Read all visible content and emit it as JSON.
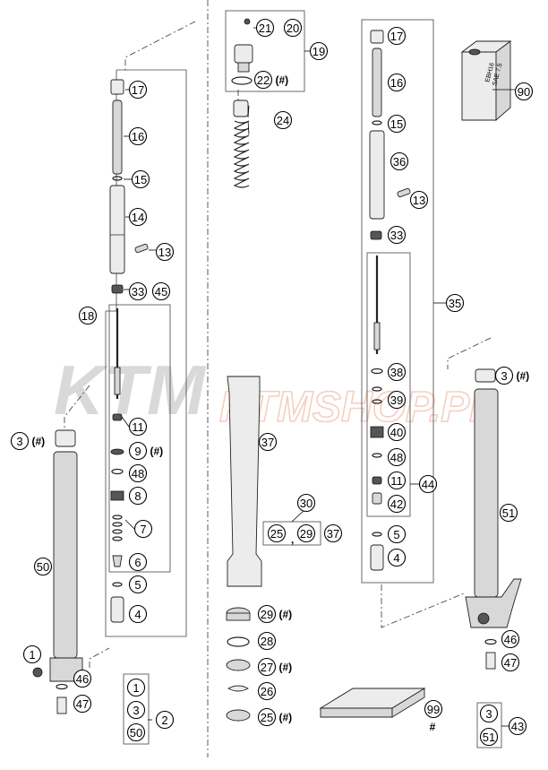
{
  "watermark": {
    "brand": "KTM",
    "site": "KTMSHOP.PL"
  },
  "sep": ",",
  "hash": "#",
  "oil_can_text": [
    "EBH16",
    "SAE 7.5"
  ],
  "callouts": [
    {
      "id": "c17a",
      "n": "17"
    },
    {
      "id": "c16a",
      "n": "16"
    },
    {
      "id": "c15a",
      "n": "15"
    },
    {
      "id": "c14",
      "n": "14"
    },
    {
      "id": "c13a",
      "n": "13"
    },
    {
      "id": "c33a",
      "n": "33"
    },
    {
      "id": "c45",
      "n": "45"
    },
    {
      "id": "c18",
      "n": "18"
    },
    {
      "id": "c11a",
      "n": "11"
    },
    {
      "id": "c9",
      "n": "9",
      "suffix": "(#)"
    },
    {
      "id": "c48a",
      "n": "48"
    },
    {
      "id": "c8",
      "n": "8"
    },
    {
      "id": "c7",
      "n": "7"
    },
    {
      "id": "c6",
      "n": "6"
    },
    {
      "id": "c5a",
      "n": "5"
    },
    {
      "id": "c4a",
      "n": "4"
    },
    {
      "id": "c3a",
      "n": "3",
      "suffix": "(#)"
    },
    {
      "id": "c50",
      "n": "50"
    },
    {
      "id": "c1",
      "n": "1"
    },
    {
      "id": "c46a",
      "n": "46"
    },
    {
      "id": "c47a",
      "n": "47"
    },
    {
      "id": "b1",
      "n": "1"
    },
    {
      "id": "b3",
      "n": "3"
    },
    {
      "id": "b50",
      "n": "50"
    },
    {
      "id": "c2",
      "n": "2"
    },
    {
      "id": "c21",
      "n": "21"
    },
    {
      "id": "c20",
      "n": "20"
    },
    {
      "id": "c19",
      "n": "19"
    },
    {
      "id": "c22",
      "n": "22",
      "suffix": "(#)"
    },
    {
      "id": "c24",
      "n": "24"
    },
    {
      "id": "c37",
      "n": "37"
    },
    {
      "id": "c30",
      "n": "30"
    },
    {
      "id": "b25",
      "n": "25"
    },
    {
      "id": "b29",
      "n": "29"
    },
    {
      "id": "b37",
      "n": "37"
    },
    {
      "id": "c29",
      "n": "29",
      "suffix": "(#)"
    },
    {
      "id": "c28",
      "n": "28"
    },
    {
      "id": "c27",
      "n": "27",
      "suffix": "(#)"
    },
    {
      "id": "c26",
      "n": "26"
    },
    {
      "id": "c25",
      "n": "25",
      "suffix": "(#)"
    },
    {
      "id": "c17b",
      "n": "17"
    },
    {
      "id": "c16b",
      "n": "16"
    },
    {
      "id": "c15b",
      "n": "15"
    },
    {
      "id": "c36",
      "n": "36"
    },
    {
      "id": "c13b",
      "n": "13"
    },
    {
      "id": "c33b",
      "n": "33"
    },
    {
      "id": "c35",
      "n": "35"
    },
    {
      "id": "c38",
      "n": "38"
    },
    {
      "id": "c39",
      "n": "39"
    },
    {
      "id": "c40",
      "n": "40"
    },
    {
      "id": "c48b",
      "n": "48"
    },
    {
      "id": "c11b",
      "n": "11"
    },
    {
      "id": "c44",
      "n": "44"
    },
    {
      "id": "c42",
      "n": "42"
    },
    {
      "id": "c5b",
      "n": "5"
    },
    {
      "id": "c4b",
      "n": "4"
    },
    {
      "id": "c3b",
      "n": "3",
      "suffix": "(#)"
    },
    {
      "id": "c51",
      "n": "51"
    },
    {
      "id": "c46b",
      "n": "46"
    },
    {
      "id": "c47b",
      "n": "47"
    },
    {
      "id": "c90",
      "n": "90"
    },
    {
      "id": "c99",
      "n": "99"
    },
    {
      "id": "b3b",
      "n": "3"
    },
    {
      "id": "b51",
      "n": "51"
    },
    {
      "id": "c43",
      "n": "43"
    }
  ]
}
